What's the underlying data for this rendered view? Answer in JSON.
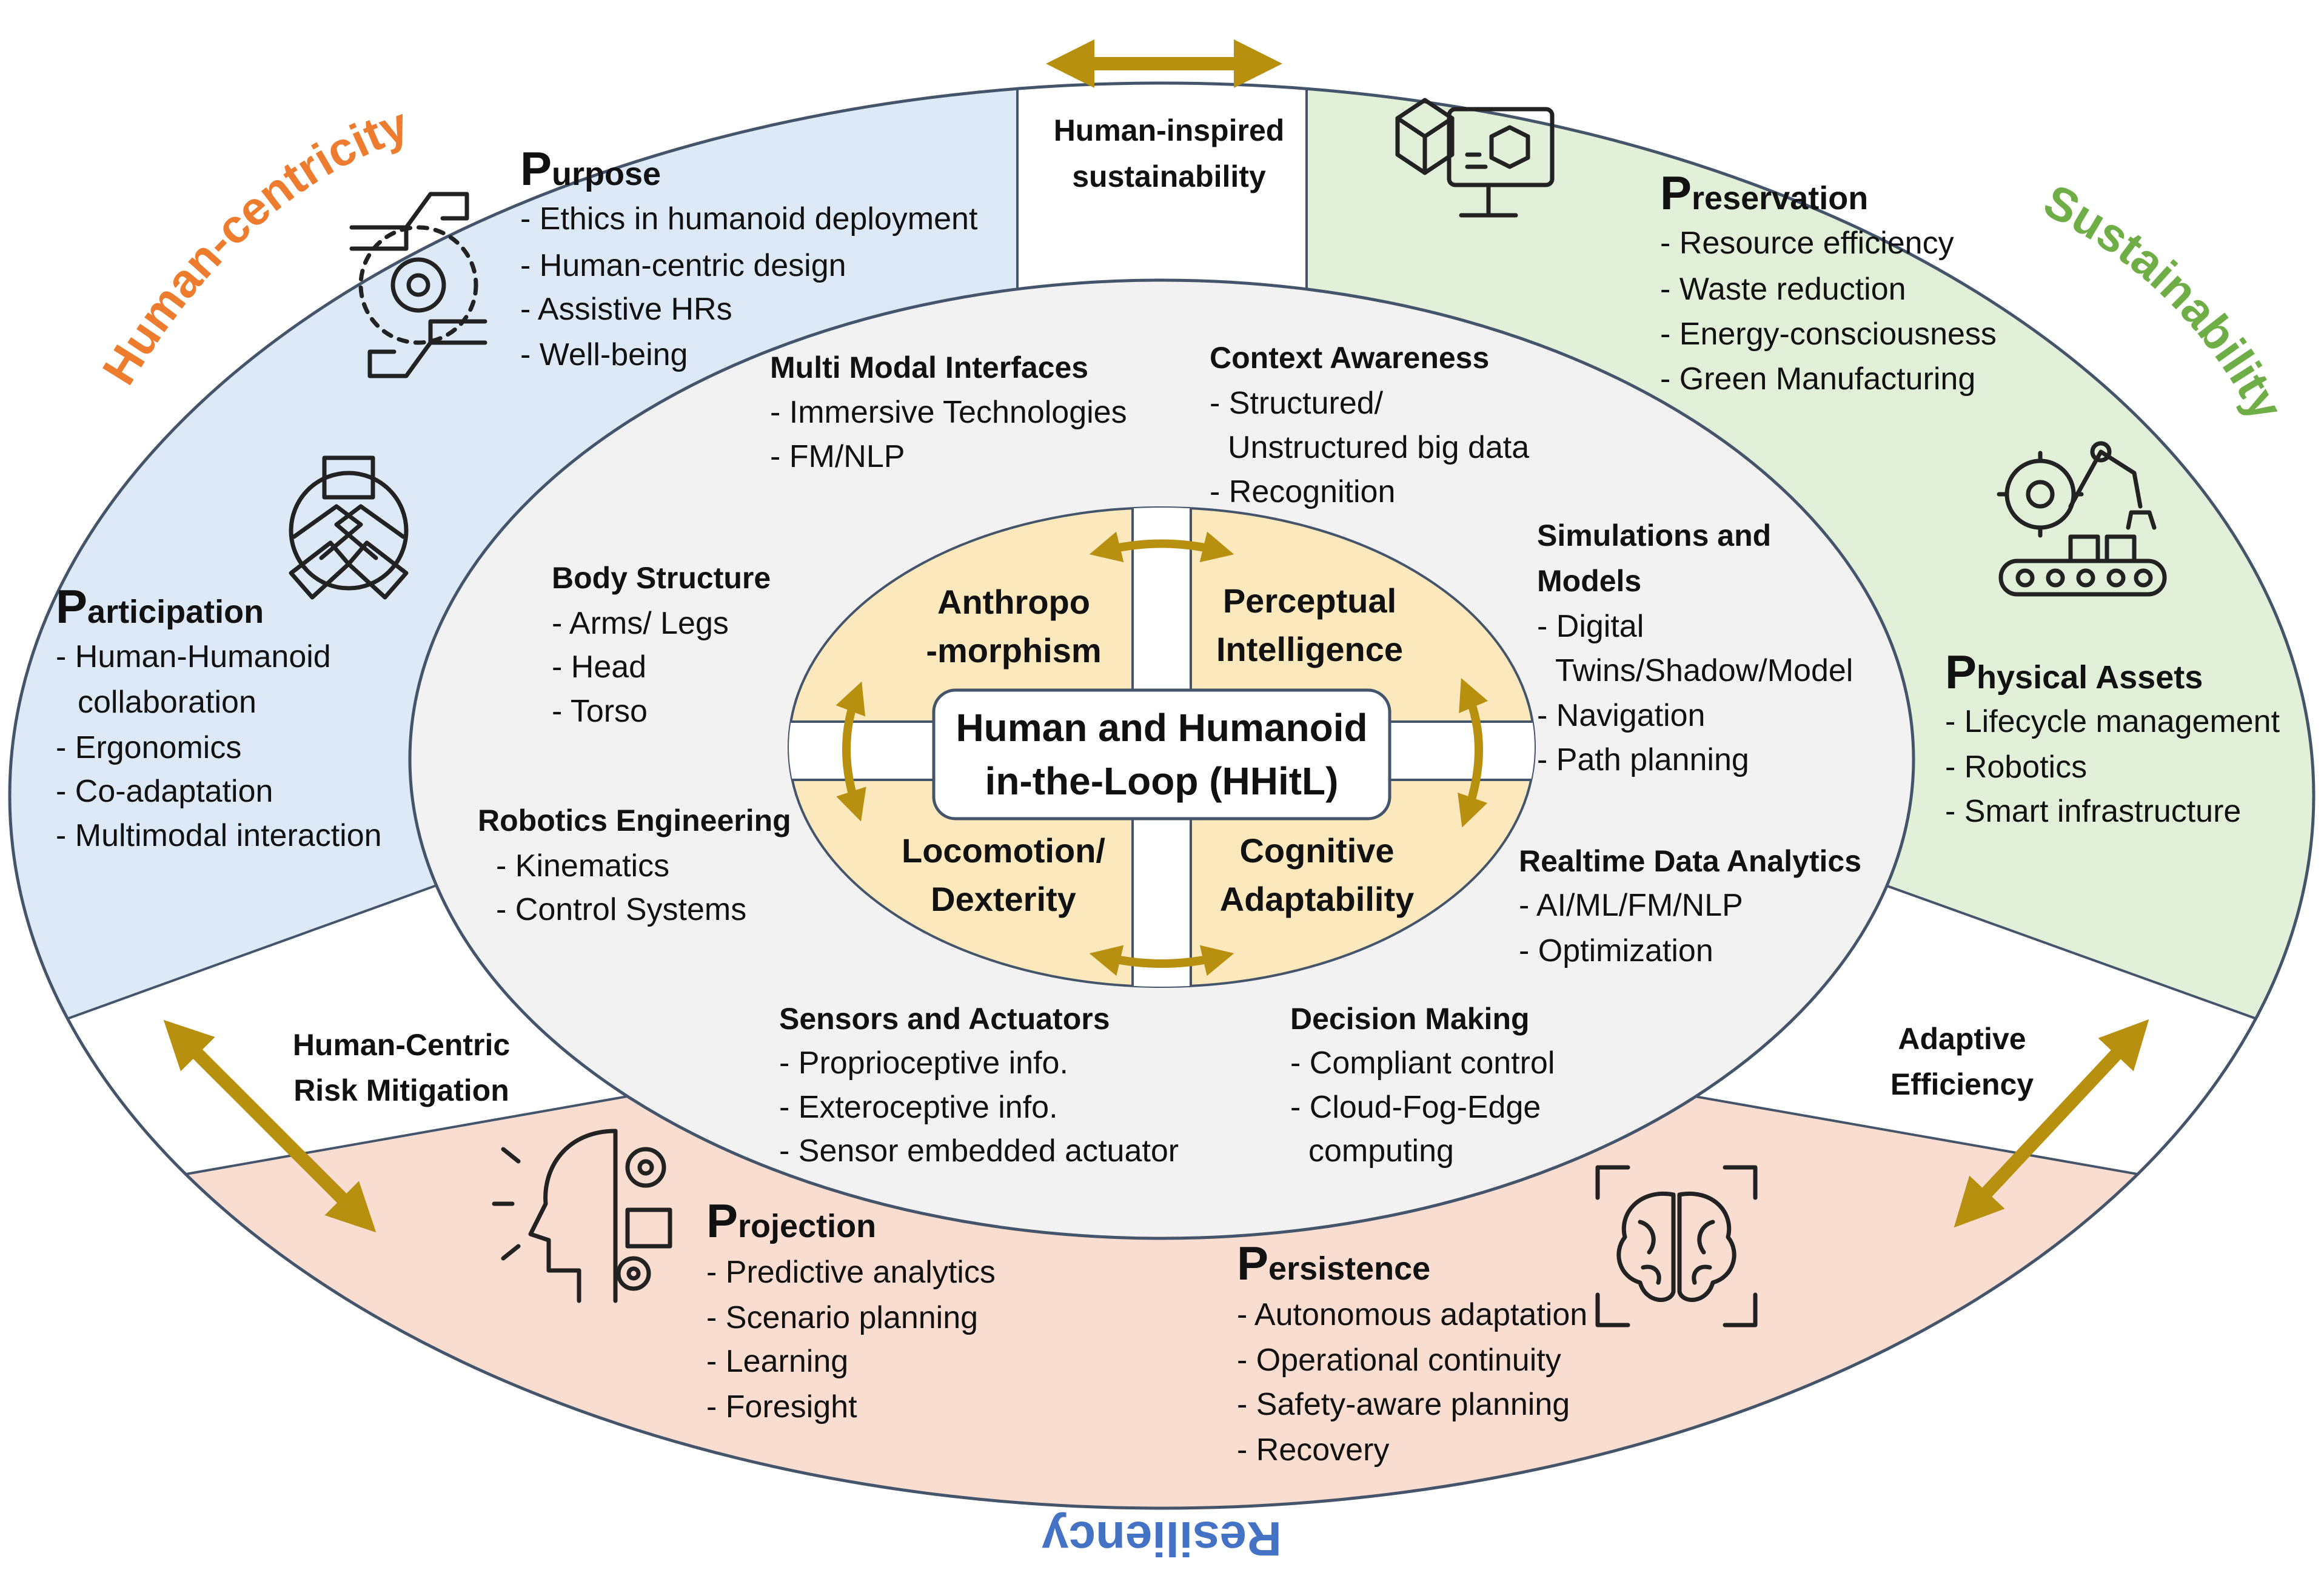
{
  "pillars": {
    "human_centricity": "Human-centricity",
    "sustainability": "Sustainability",
    "resiliency": "Resiliency"
  },
  "links": {
    "top": [
      "Human-inspired",
      "sustainability"
    ],
    "left": [
      "Human-Centric",
      "Risk Mitigation"
    ],
    "right": [
      "Adaptive",
      "Efficiency"
    ]
  },
  "purpose": {
    "cap": "P",
    "rest": "urpose",
    "items": [
      "- Ethics in humanoid deployment",
      "- Human-centric design",
      "- Assistive HRs",
      "- Well-being"
    ]
  },
  "participation": {
    "cap": "P",
    "rest": "articipation",
    "items": [
      "- Human-Humanoid",
      "collaboration",
      "- Ergonomics",
      "- Co-adaptation",
      "- Multimodal interaction"
    ]
  },
  "preservation": {
    "cap": "P",
    "rest": "reservation",
    "items": [
      "- Resource efficiency",
      "- Waste reduction",
      "- Energy-consciousness",
      "- Green Manufacturing"
    ]
  },
  "physical_assets": {
    "cap": "P",
    "rest": "hysical Assets",
    "items": [
      "- Lifecycle management",
      "- Robotics",
      "- Smart infrastructure"
    ]
  },
  "projection": {
    "cap": "P",
    "rest": "rojection",
    "items": [
      "- Predictive analytics",
      "- Scenario planning",
      "- Learning",
      "- Foresight"
    ]
  },
  "persistence": {
    "cap": "P",
    "rest": "ersistence",
    "items": [
      "- Autonomous adaptation",
      "- Operational continuity",
      "- Safety-aware planning",
      "- Recovery"
    ]
  },
  "topics": {
    "multimodal": {
      "title": "Multi Modal Interfaces",
      "items": [
        "- Immersive Technologies",
        "- FM/NLP"
      ]
    },
    "context": {
      "title": "Context Awareness",
      "items": [
        "- Structured/",
        "Unstructured big data",
        "- Recognition"
      ]
    },
    "body": {
      "title": "Body Structure",
      "items": [
        "- Arms/ Legs",
        "- Head",
        "- Torso"
      ]
    },
    "simulations": {
      "title": [
        "Simulations and",
        "Models"
      ],
      "items": [
        "- Digital",
        "Twins/Shadow/Model",
        "- Navigation",
        "- Path planning"
      ]
    },
    "robotics": {
      "title": "Robotics Engineering",
      "items": [
        "- Kinematics",
        "- Control Systems"
      ]
    },
    "analytics": {
      "title": "Realtime Data Analytics",
      "items": [
        "- AI/ML/FM/NLP",
        "- Optimization"
      ]
    },
    "sensors": {
      "title": "Sensors and Actuators",
      "items": [
        "- Proprioceptive info.",
        "- Exteroceptive info.",
        "- Sensor embedded actuator"
      ]
    },
    "decision": {
      "title": "Decision Making",
      "items": [
        "- Compliant control",
        "- Cloud-Fog-Edge",
        "computing"
      ]
    }
  },
  "core": {
    "center": [
      "Human and Humanoid",
      "in-the-Loop (HHitL)"
    ],
    "q_tl": [
      "Anthropo",
      "-morphism"
    ],
    "q_tr": [
      "Perceptual",
      "Intelligence"
    ],
    "q_bl": [
      "Locomotion/",
      "Dexterity"
    ],
    "q_br": [
      "Cognitive",
      "Adaptability"
    ]
  },
  "colors": {
    "blue_fill": "#dde9f6",
    "green_fill": "#e3f0d9",
    "salmon_fill": "#f9ddd0",
    "grey_fill": "#f2f2f2",
    "yellow_fill": "#fbe8bd",
    "arrow": "#b8900f",
    "orange_text": "#ee7c2f",
    "green_text": "#6fae47",
    "blue_text": "#4472c4"
  },
  "icons": [
    "target-hands-icon",
    "team-hands-icon",
    "cube-computer-icon",
    "robot-arm-conveyor-icon",
    "head-gears-icon",
    "brain-icon"
  ]
}
